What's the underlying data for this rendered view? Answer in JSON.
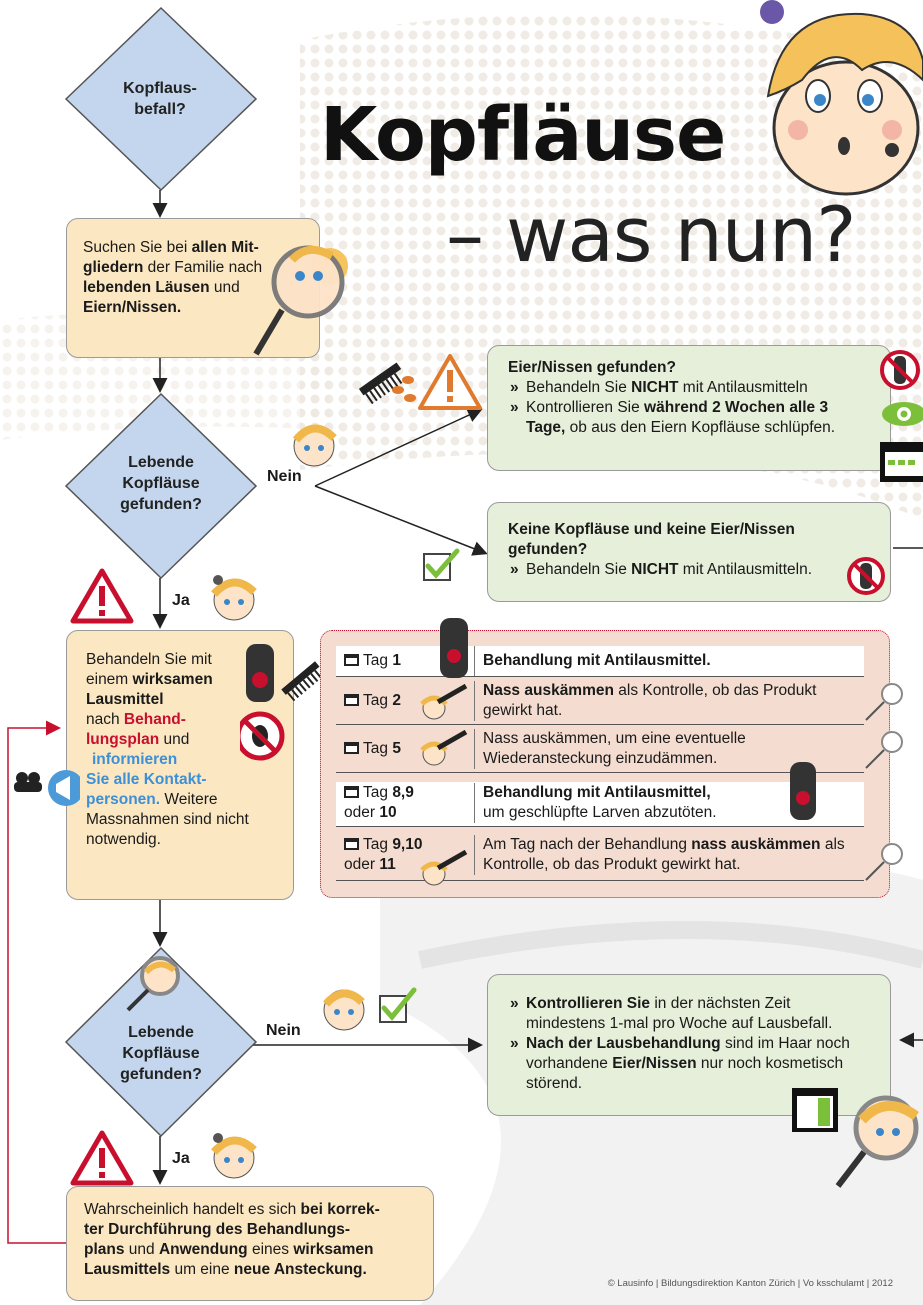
{
  "title": {
    "line1": "Kopfläuse",
    "line2": "– was nun?"
  },
  "diamond1": {
    "label": "Kopflaus-\nbefall?"
  },
  "search_box": {
    "t1": "Suchen Sie bei ",
    "t2": "allen Mit-\ngliedern",
    "t3": " der Familie nach ",
    "t4": "lebenden Läusen",
    "t5": " und ",
    "t6": "Eiern/Nissen."
  },
  "diamond2": {
    "label": "Lebende\nKopfläuse\ngefunden?"
  },
  "diamond3": {
    "label": "Lebende\nKopfläuse\ngefunden?"
  },
  "labels": {
    "nein1": "Nein",
    "ja1": "Ja",
    "nein2": "Nein",
    "ja2": "Ja"
  },
  "eggs_box": {
    "heading": "Eier/Nissen gefunden?",
    "b1a": "Behandeln Sie ",
    "b1b": "NICHT",
    "b1c": " mit Antilausmitteln",
    "b2a": "Kontrollieren Sie ",
    "b2b": "während 2 Wochen alle 3 Tage,",
    "b2c": " ob aus den Eiern Kopfläuse schlüpfen."
  },
  "none_box": {
    "heading": "Keine Kopfläuse und keine Eier/Nissen gefunden?",
    "b1a": "Behandeln Sie ",
    "b1b": "NICHT",
    "b1c": " mit Antilausmitteln."
  },
  "treat_box": {
    "t1": "Behandeln Sie mit einem ",
    "t2": "wirksamen Lausmittel",
    "t3": "nach ",
    "t4": "Behand-\nlungsplan",
    "t5": " und",
    "t6": "informieren\nSie alle Kontakt-\npersonen.",
    "t7": " Weitere Massnahmen sind nicht notwendig."
  },
  "schedule": [
    {
      "day": "Tag ",
      "dayb": "1",
      "day2": "",
      "desc_b": "Behandlung mit Antilausmittel.",
      "desc": ""
    },
    {
      "day": "Tag ",
      "dayb": "2",
      "day2": "",
      "desc_b": "Nass auskämmen",
      "desc": " als Kontrolle, ob das Produkt gewirkt hat."
    },
    {
      "day": "Tag ",
      "dayb": "5",
      "day2": "",
      "desc_b": "",
      "desc": "Nass auskämmen, um eine eventuelle Wiederansteckung einzudämmen."
    },
    {
      "day": "Tag ",
      "dayb": "8,9",
      "day2": "oder ",
      "day2b": "10",
      "desc_b": "Behandlung mit Antilausmittel,",
      "desc": "um geschlüpfte Larven abzutöten."
    },
    {
      "day": "Tag ",
      "dayb": "9,10",
      "day2": "oder ",
      "day2b": "11",
      "desc_pre": "Am Tag nach der Behandlung ",
      "desc_b": "nass auskämmen",
      "desc": " als Kontrolle, ob das Produkt gewirkt hat."
    }
  ],
  "control_box": {
    "b1a": "Kontrollieren Sie",
    "b1b": " in der nächsten Zeit mindestens 1-mal pro Woche auf Lausbefall.",
    "b2a": "Nach der Lausbehandlung",
    "b2b": " sind im Haar noch vorhandene ",
    "b2c": "Eier/Nissen",
    "b2d": " nur noch kosmetisch störend."
  },
  "final_box": {
    "t1": "Wahrscheinlich handelt es sich ",
    "t2": "bei korrek-\nter Durchführung des Behandlungs-\nplans",
    "t3": " und ",
    "t4": "Anwendung",
    "t5": " eines ",
    "t6": "wirksamen Lausmittels",
    "t7": " um eine ",
    "t8": "neue Ansteckung."
  },
  "footer": "© Lausinfo | Bildungsdirektion Kanton Zürich | Vo ksschulamt | 2012",
  "colors": {
    "diamond": "#c3d6ee",
    "tan": "#fbe8c3",
    "green": "#e6efd9",
    "pink": "#f4dcd0",
    "red": "#c8102e",
    "blue": "#3d8fd6"
  },
  "icons": [
    "magnifier-icon",
    "warning-triangle-icon",
    "check-icon",
    "comb-icon",
    "shampoo-bottle-icon",
    "no-louse-icon",
    "eye-icon",
    "calendar-icon",
    "megaphone-icon",
    "child-face-icon"
  ]
}
